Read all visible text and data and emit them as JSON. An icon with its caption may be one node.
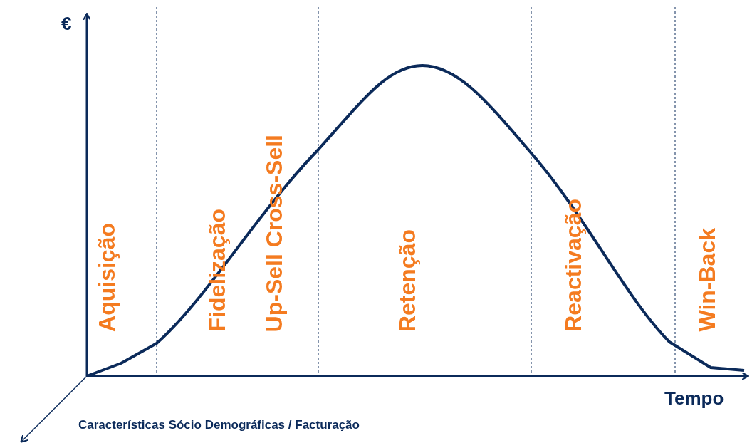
{
  "diagram": {
    "labels": [
      "€",
      "Aquisição",
      "Fidelização",
      "Up-Sell Cross-Sell",
      "Retenção",
      "Reactivação",
      "Win-Back",
      "Tempo",
      "Características Sócio Demográficas / Facturação"
    ]
  }
}
